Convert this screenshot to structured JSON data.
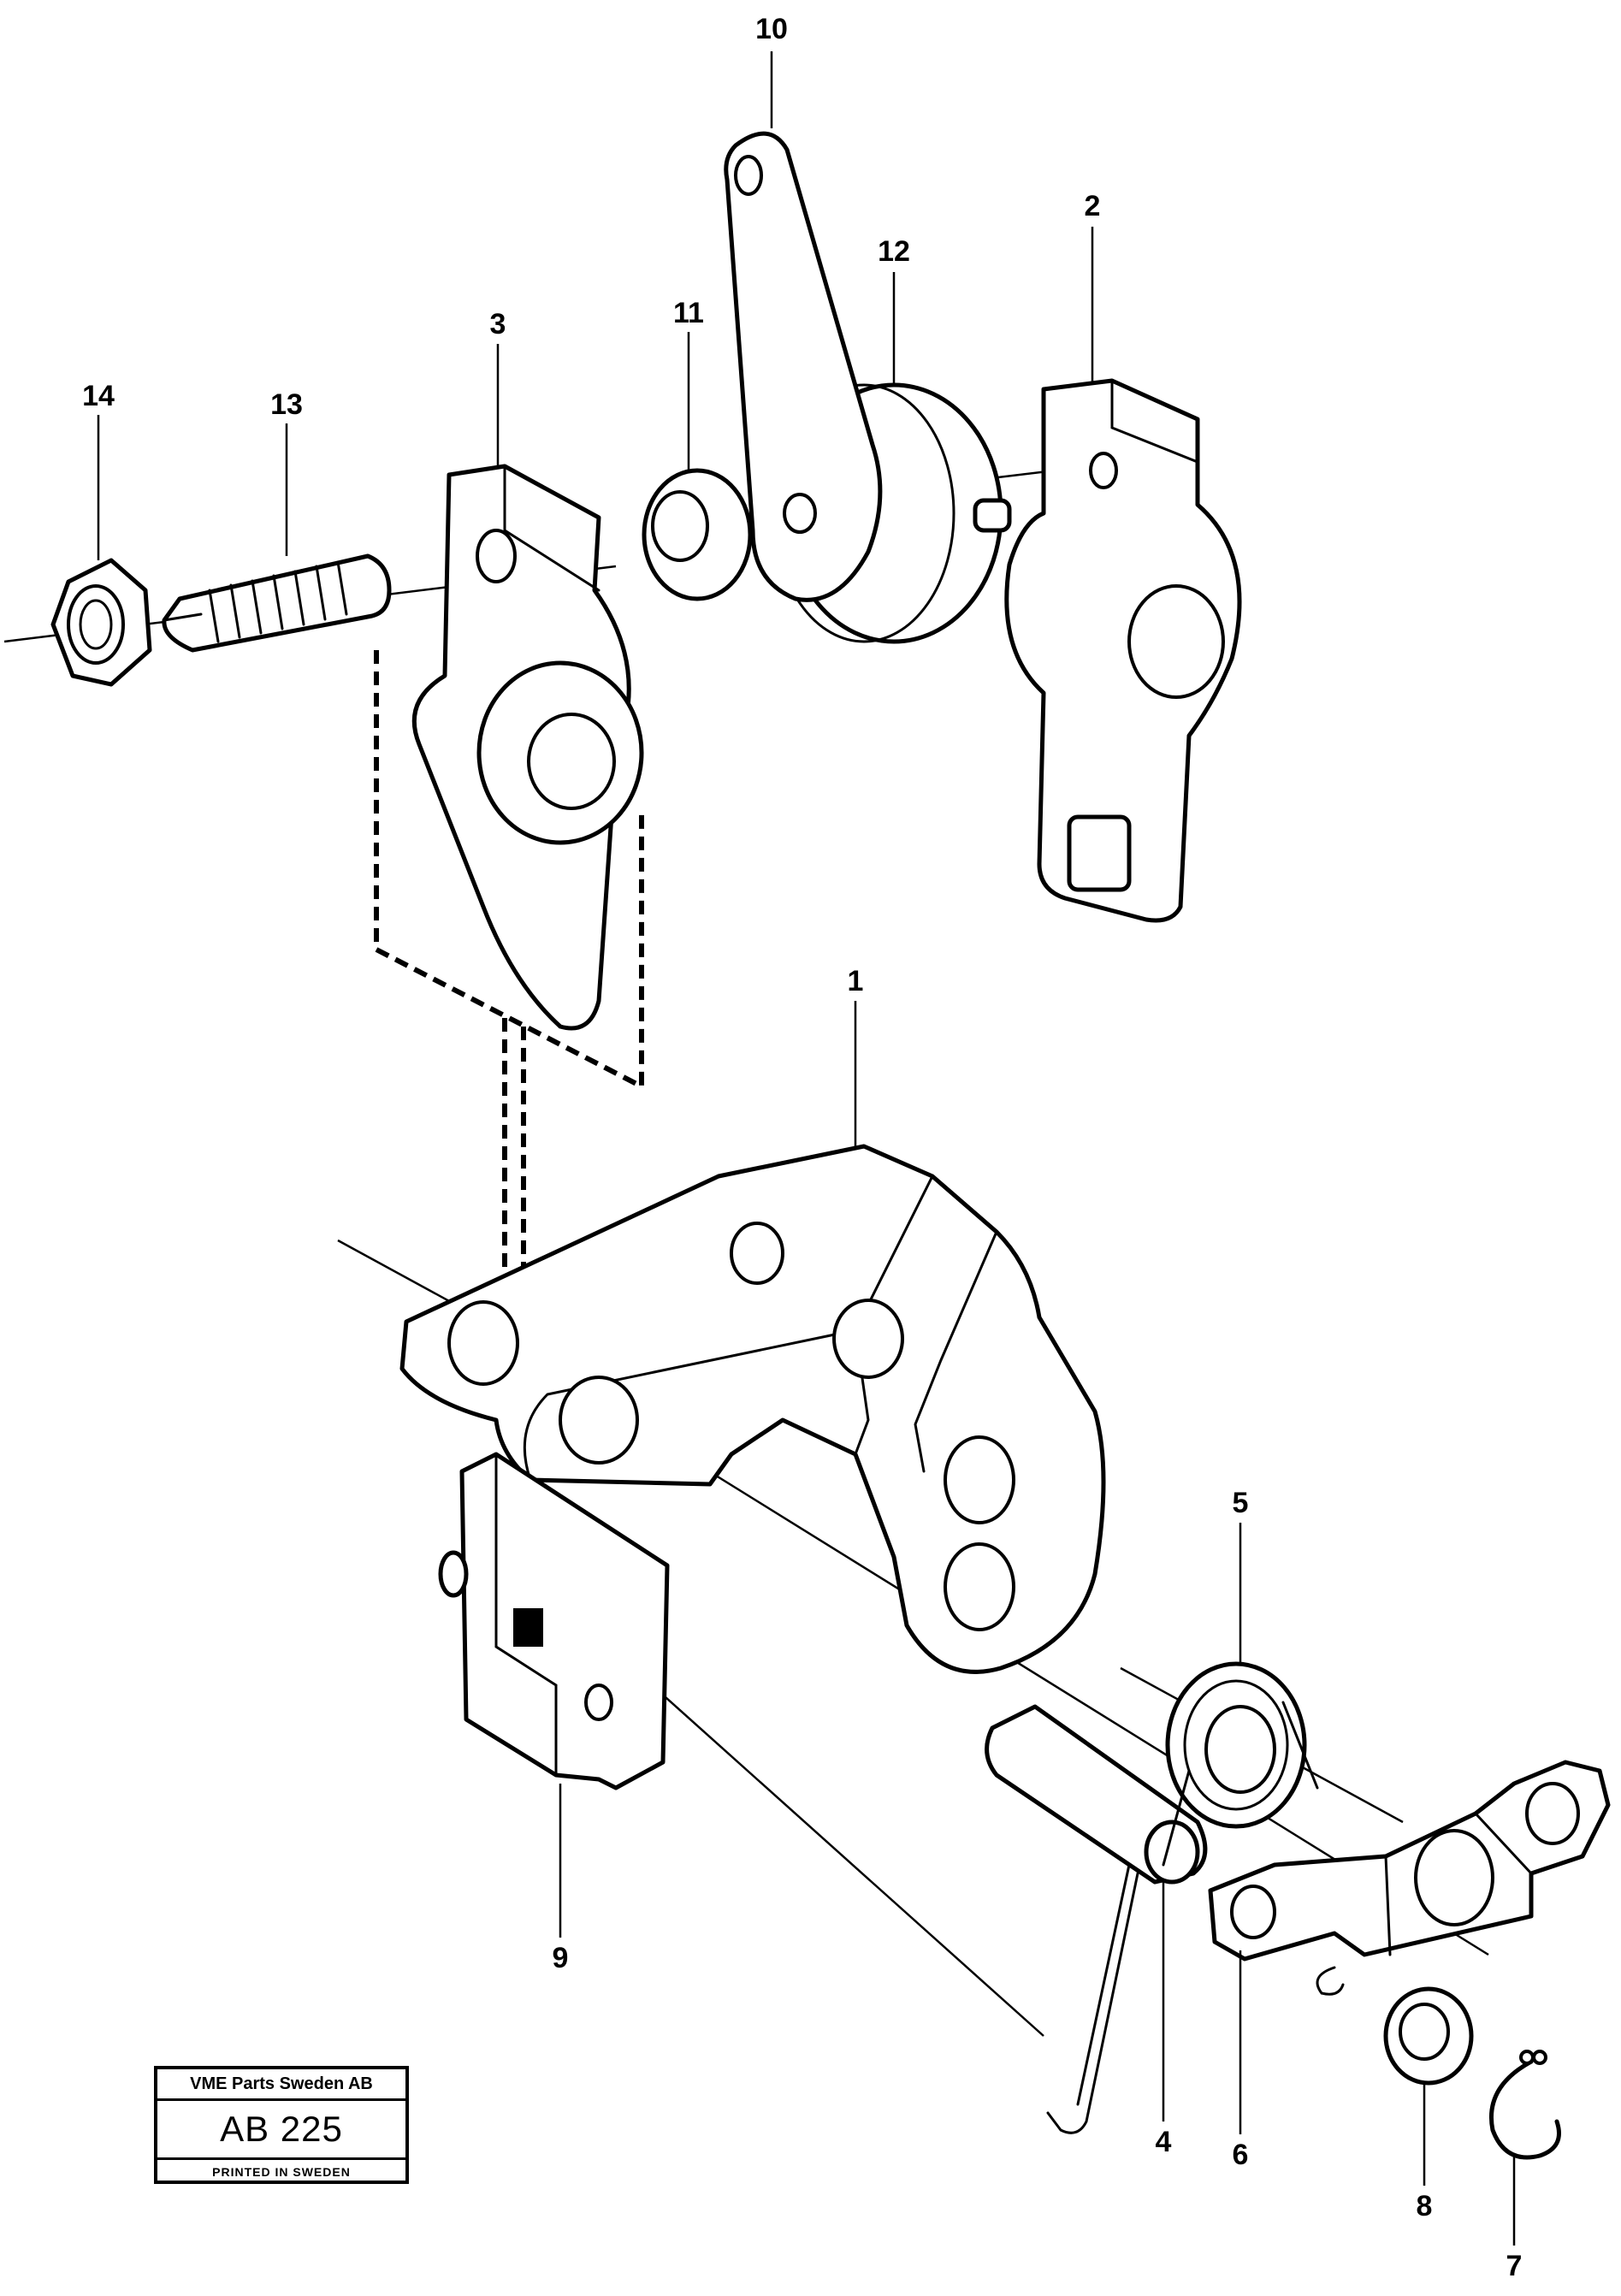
{
  "callouts": [
    {
      "id": "label-1",
      "text": "1"
    },
    {
      "id": "label-2",
      "text": "2"
    },
    {
      "id": "label-3",
      "text": "3"
    },
    {
      "id": "label-4",
      "text": "4"
    },
    {
      "id": "label-5",
      "text": "5"
    },
    {
      "id": "label-6",
      "text": "6"
    },
    {
      "id": "label-7",
      "text": "7"
    },
    {
      "id": "label-8",
      "text": "8"
    },
    {
      "id": "label-9",
      "text": "9"
    },
    {
      "id": "label-10",
      "text": "10"
    },
    {
      "id": "label-11",
      "text": "11"
    },
    {
      "id": "label-12",
      "text": "12"
    },
    {
      "id": "label-13",
      "text": "13"
    },
    {
      "id": "label-14",
      "text": "14"
    }
  ],
  "stamp": {
    "company": "VME Parts Sweden AB",
    "code": "AB 225",
    "printed": "PRINTED IN SWEDEN"
  }
}
